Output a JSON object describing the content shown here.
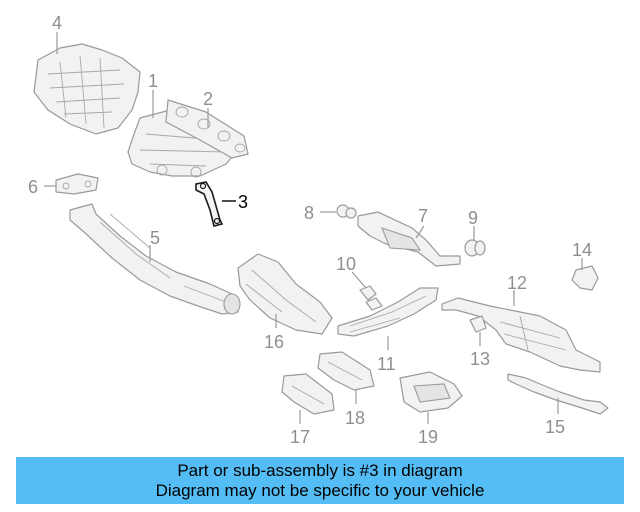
{
  "diagram": {
    "callouts": {
      "c1": "1",
      "c2": "2",
      "c3": "3",
      "c4": "4",
      "c5": "5",
      "c6": "6",
      "c7": "7",
      "c8": "8",
      "c9": "9",
      "c10": "10",
      "c11": "11",
      "c12": "12",
      "c13": "13",
      "c14": "14",
      "c15": "15",
      "c16": "16",
      "c17": "17",
      "c18": "18",
      "c19": "19"
    },
    "highlighted_part": "3"
  },
  "banner": {
    "line1": "Part or sub-assembly is #3 in diagram",
    "line2": "Diagram may not be specific to your vehicle",
    "background": "#55bdf5"
  }
}
